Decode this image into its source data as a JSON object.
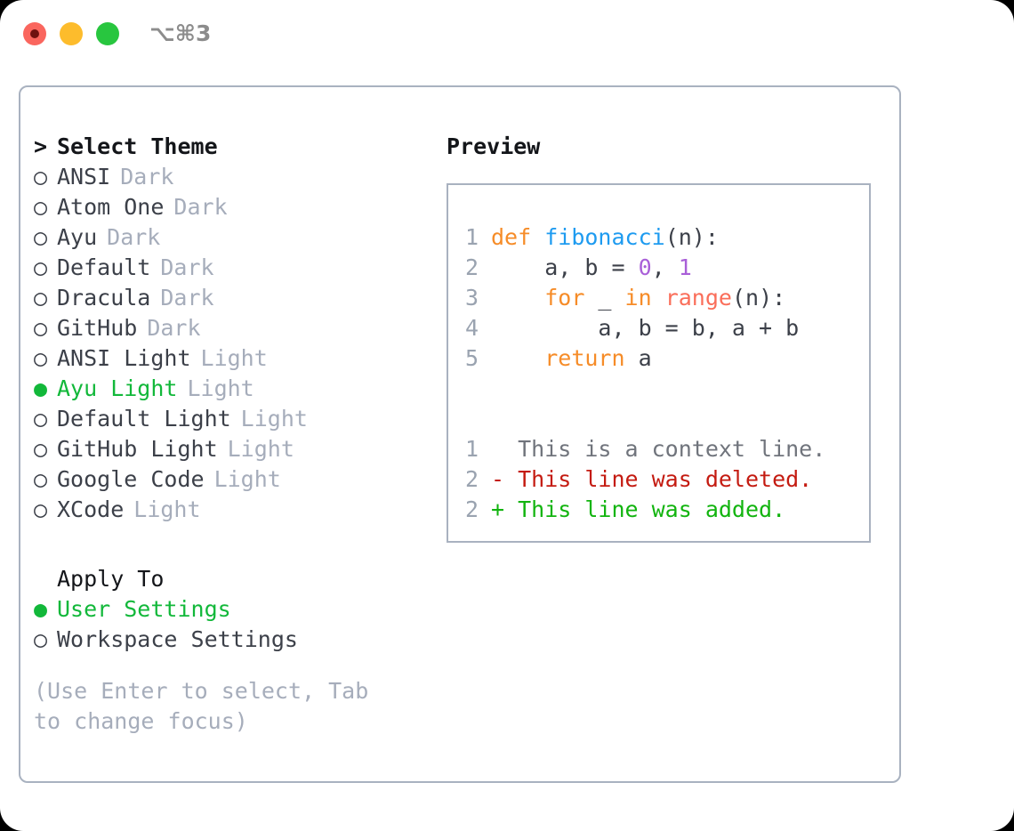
{
  "window": {
    "shortcut": "⌥⌘3",
    "traffic_lights": [
      {
        "name": "close",
        "color": "#fa665e"
      },
      {
        "name": "minimize",
        "color": "#fdbc2c"
      },
      {
        "name": "maximize",
        "color": "#28c63f"
      }
    ]
  },
  "theme_list": {
    "heading": "Select Theme",
    "prompt_marker": ">",
    "radio_on": "●",
    "radio_off": "○",
    "items": [
      {
        "name": "ANSI",
        "tag": "Dark",
        "selected": false
      },
      {
        "name": "Atom One",
        "tag": "Dark",
        "selected": false
      },
      {
        "name": "Ayu",
        "tag": "Dark",
        "selected": false
      },
      {
        "name": "Default",
        "tag": "Dark",
        "selected": false
      },
      {
        "name": "Dracula",
        "tag": "Dark",
        "selected": false
      },
      {
        "name": "GitHub",
        "tag": "Dark",
        "selected": false
      },
      {
        "name": "ANSI Light",
        "tag": "Light",
        "selected": false
      },
      {
        "name": "Ayu Light",
        "tag": "Light",
        "selected": true
      },
      {
        "name": "Default Light",
        "tag": "Light",
        "selected": false
      },
      {
        "name": "GitHub Light",
        "tag": "Light",
        "selected": false
      },
      {
        "name": "Google Code",
        "tag": "Light",
        "selected": false
      },
      {
        "name": "XCode",
        "tag": "Light",
        "selected": false
      }
    ]
  },
  "apply_to": {
    "heading": "Apply To",
    "items": [
      {
        "name": "User Settings",
        "selected": true
      },
      {
        "name": "Workspace Settings",
        "selected": false
      }
    ]
  },
  "hint": "(Use Enter to select, Tab to change focus)",
  "preview": {
    "title": "Preview",
    "code_lines": [
      {
        "number": "1",
        "tokens": [
          {
            "text": "def ",
            "kind": "kw"
          },
          {
            "text": "fibonacci",
            "kind": "fn"
          },
          {
            "text": "(n):",
            "kind": "plain"
          }
        ]
      },
      {
        "number": "2",
        "tokens": [
          {
            "text": "    a, b = ",
            "kind": "plain"
          },
          {
            "text": "0",
            "kind": "num"
          },
          {
            "text": ", ",
            "kind": "plain"
          },
          {
            "text": "1",
            "kind": "num"
          }
        ]
      },
      {
        "number": "3",
        "tokens": [
          {
            "text": "    ",
            "kind": "plain"
          },
          {
            "text": "for",
            "kind": "kw"
          },
          {
            "text": " _ ",
            "kind": "plain"
          },
          {
            "text": "in",
            "kind": "kw"
          },
          {
            "text": " ",
            "kind": "plain"
          },
          {
            "text": "range",
            "kind": "call"
          },
          {
            "text": "(n):",
            "kind": "plain"
          }
        ]
      },
      {
        "number": "4",
        "tokens": [
          {
            "text": "        a, b = b, a + b",
            "kind": "plain"
          }
        ]
      },
      {
        "number": "5",
        "tokens": [
          {
            "text": "    ",
            "kind": "plain"
          },
          {
            "text": "return",
            "kind": "kw"
          },
          {
            "text": " a",
            "kind": "plain"
          }
        ]
      }
    ],
    "diff_lines": [
      {
        "number": "1",
        "text": "  This is a context line.",
        "kind": "ctx"
      },
      {
        "number": "2",
        "text": "- This line was deleted.",
        "kind": "del"
      },
      {
        "number": "2",
        "text": "+ This line was added.",
        "kind": "add"
      }
    ]
  },
  "colors": {
    "accent_green": "#12b83a",
    "border": "#a9b2c0",
    "muted": "#a6adbb",
    "text": "#3c4049",
    "keyword": "#f68c28",
    "function": "#1e9bf0",
    "number": "#a95fd8",
    "call": "#fa6e5a",
    "diff_add": "#12b40f",
    "diff_del": "#c41b11"
  }
}
